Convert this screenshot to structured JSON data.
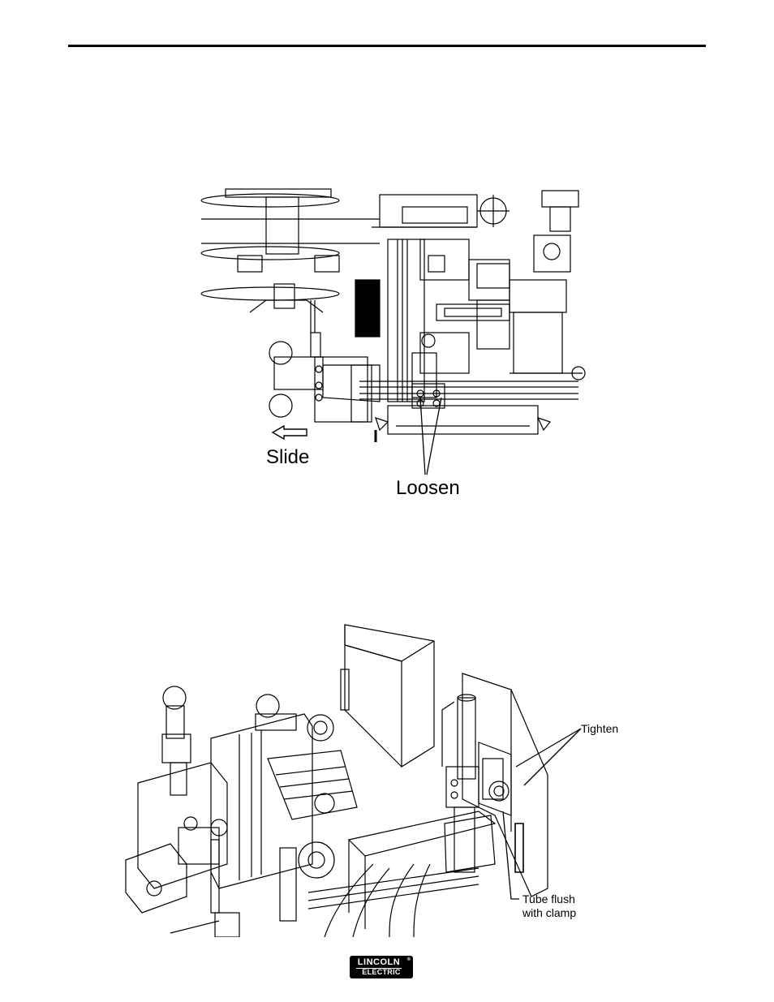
{
  "figure1": {
    "label_slide": "Slide",
    "label_loosen": "Loosen"
  },
  "figure2": {
    "label_tighten": "Tighten",
    "label_tube_line1": "Tube flush",
    "label_tube_line2": "with clamp"
  },
  "footer": {
    "logo_line1": "LINCOLN",
    "logo_line2": "ELECTRIC"
  }
}
